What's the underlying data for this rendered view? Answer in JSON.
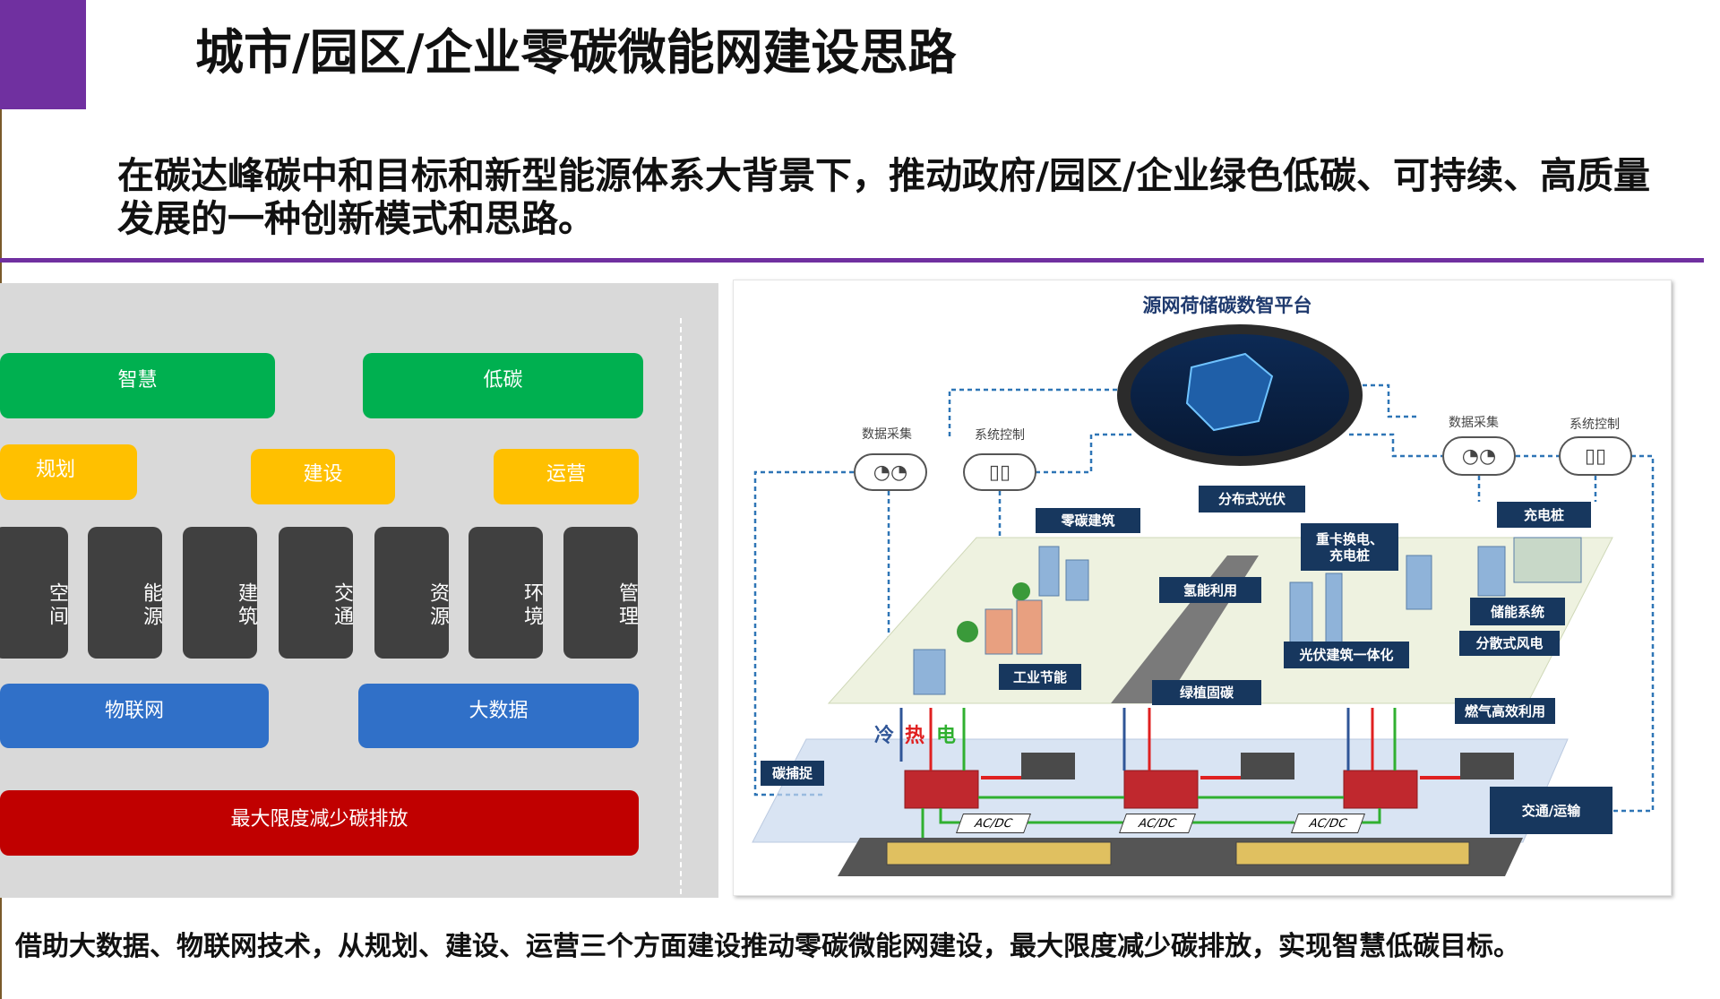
{
  "header": {
    "title": "城市/园区/企业零碳微能网建设思路",
    "subtitle": "在碳达峰碳中和目标和新型能源体系大背景下，推动政府/园区/企业绿色低碳、可持续、高质量发展的一种创新模式和思路。",
    "accent_color": "#7030a0"
  },
  "framework": {
    "goals": [
      "智慧",
      "低碳"
    ],
    "phases": [
      "规划",
      "建设",
      "运营"
    ],
    "domains": [
      "空间",
      "能源",
      "建筑",
      "交通",
      "资源",
      "环境",
      "管理"
    ],
    "technologies": [
      "物联网",
      "大数据"
    ],
    "objective": "最大限度减少碳排放",
    "colors": {
      "goals": "#00b050",
      "phases": "#ffc000",
      "domains": "#404040",
      "technologies": "#3070c8",
      "objective": "#c00000"
    }
  },
  "diagram": {
    "title": "源网荷储碳数智平台",
    "data_collection": "数据采集",
    "system_control": "系统控制",
    "labels": {
      "zero_carbon_building": "零碳建筑",
      "distributed_pv": "分布式光伏",
      "truck_swap": "重卡换电、充电桩",
      "charging_pile": "充电桩",
      "hydrogen": "氢能利用",
      "storage": "储能系统",
      "wind": "分散式风电",
      "bipv": "光伏建筑一体化",
      "industrial": "工业节能",
      "green_sink": "绿植固碳",
      "gas": "燃气高效利用",
      "capture": "碳捕捉",
      "transport": "交通/运输"
    },
    "energy": {
      "cold": "冷",
      "heat": "热",
      "power": "电"
    },
    "converter": "AC/DC"
  },
  "conclusion": "借助大数据、物联网技术，从规划、建设、运营三个方面建设推动零碳微能网建设，最大限度减少碳排放，实现智慧低碳目标。"
}
